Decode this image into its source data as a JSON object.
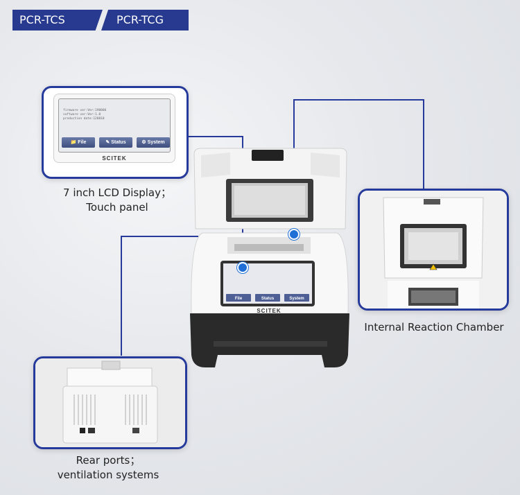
{
  "tabs": [
    "PCR-TCS",
    "PCR-TCG"
  ],
  "lcd_callout": {
    "caption_line1": "7 inch LCD Display；",
    "caption_line2": "Touch panel",
    "screen_info": [
      "firmware ver:Ver:190806",
      "software ver:Ver:1.0",
      "production date:120810"
    ],
    "buttons": [
      "File",
      "Status",
      "System"
    ],
    "logo": "SCITEK"
  },
  "chamber_callout": {
    "caption": "Internal Reaction Chamber"
  },
  "rear_callout": {
    "caption_line1": "Rear ports；",
    "caption_line2": "ventilation systems"
  },
  "device": {
    "logo": "SCITEK",
    "buttons": [
      "File",
      "Status",
      "System"
    ]
  },
  "colors": {
    "accent": "#253a9a",
    "dot": "#1f6fd6"
  }
}
